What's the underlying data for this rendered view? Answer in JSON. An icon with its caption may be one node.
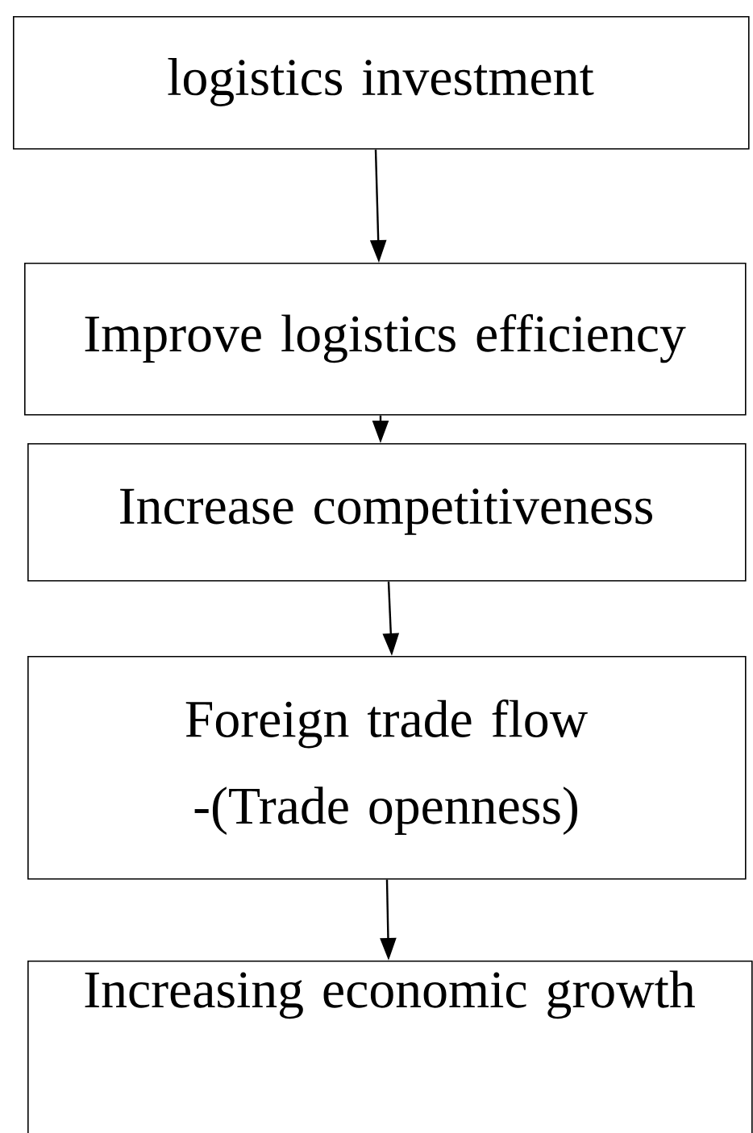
{
  "diagram": {
    "nodes": [
      {
        "text": [
          "logistics investment"
        ]
      },
      {
        "text": [
          "Improve logistics efficiency"
        ]
      },
      {
        "text": [
          "Increase competitiveness"
        ]
      },
      {
        "text": [
          "Foreign trade flow",
          "-(Trade openness)"
        ]
      },
      {
        "text": [
          "Increasing economic growth"
        ]
      }
    ],
    "edges": [
      {
        "from": 0,
        "to": 1,
        "arrow": "to"
      },
      {
        "from": 1,
        "to": 2,
        "arrow": "to"
      },
      {
        "from": 2,
        "to": 3,
        "arrow": "to"
      },
      {
        "from": 3,
        "to": 4,
        "arrow": "to"
      }
    ]
  }
}
